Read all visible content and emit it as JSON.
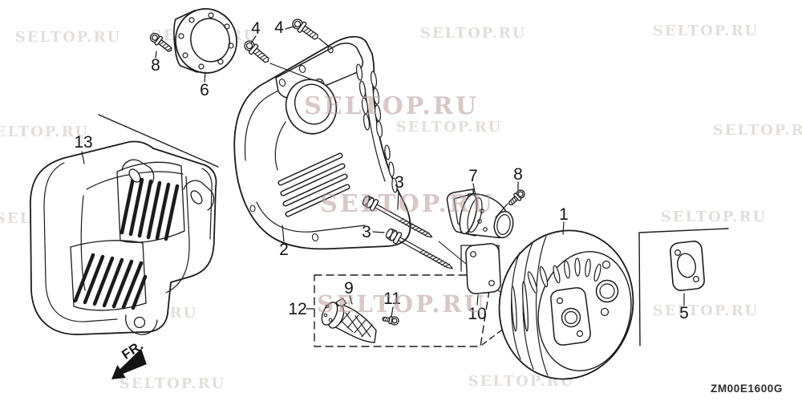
{
  "diagram": {
    "code": "ZM00E1600G",
    "fr_label": "FR.",
    "watermark": {
      "text": "SELTOP.RU"
    },
    "part_labels": {
      "p1": "1",
      "p2": "2",
      "p3a": "3",
      "p3b": "3",
      "p4a": "4",
      "p4b": "4",
      "p5": "5",
      "p6": "6",
      "p7": "7",
      "p8a": "8",
      "p8b": "8",
      "p9": "9",
      "p10": "10",
      "p11": "11",
      "p12": "12",
      "p13": "13"
    }
  }
}
